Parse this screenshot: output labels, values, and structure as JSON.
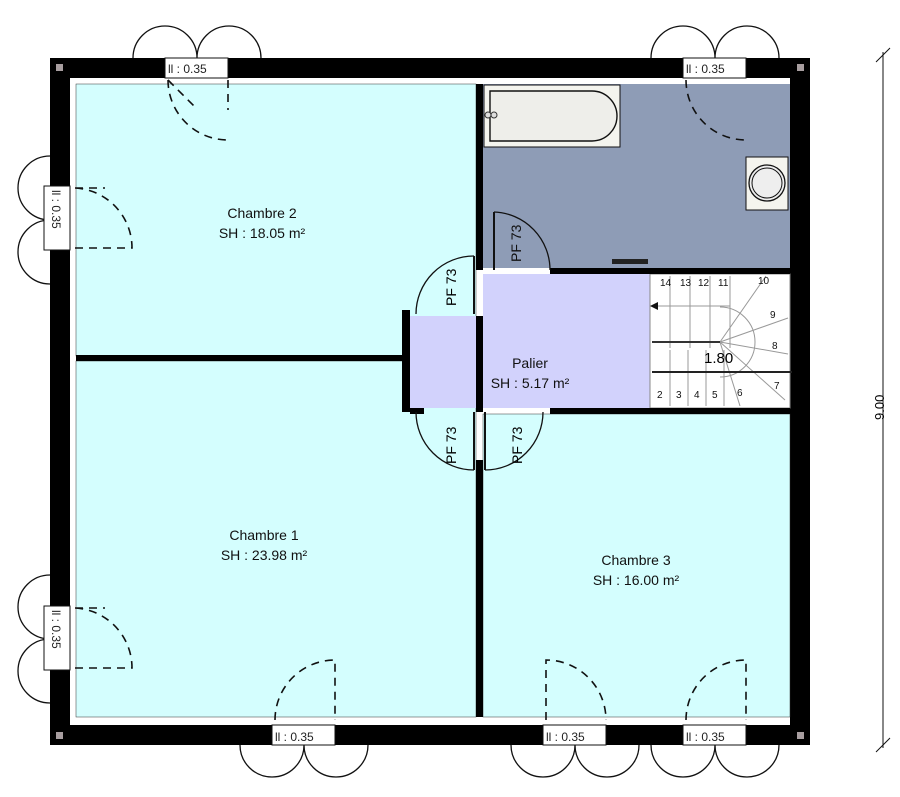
{
  "colors": {
    "bedroom": "#d4fefe",
    "bathroom": "#8e9cb6",
    "landing": "#d2d2fc",
    "wall": "#000000",
    "stairs": "#ffffff"
  },
  "rooms": {
    "chambre2": {
      "name": "Chambre 2",
      "area": "SH : 18.05 m²"
    },
    "chambre1": {
      "name": "Chambre 1",
      "area": "SH : 23.98 m²"
    },
    "chambre3": {
      "name": "Chambre 3",
      "area": "SH : 16.00 m²"
    },
    "palier": {
      "name": "Palier",
      "area": "SH : 5.17 m²"
    }
  },
  "doors": [
    "PF 73",
    "PF 73",
    "PF 73",
    "PF 73"
  ],
  "window_label": "ll : 0.35",
  "stairs": {
    "width": "1.80",
    "steps": [
      "2",
      "3",
      "4",
      "5",
      "6",
      "7",
      "8",
      "9",
      "10",
      "11",
      "12",
      "13",
      "14"
    ]
  },
  "dimension": "9.00"
}
